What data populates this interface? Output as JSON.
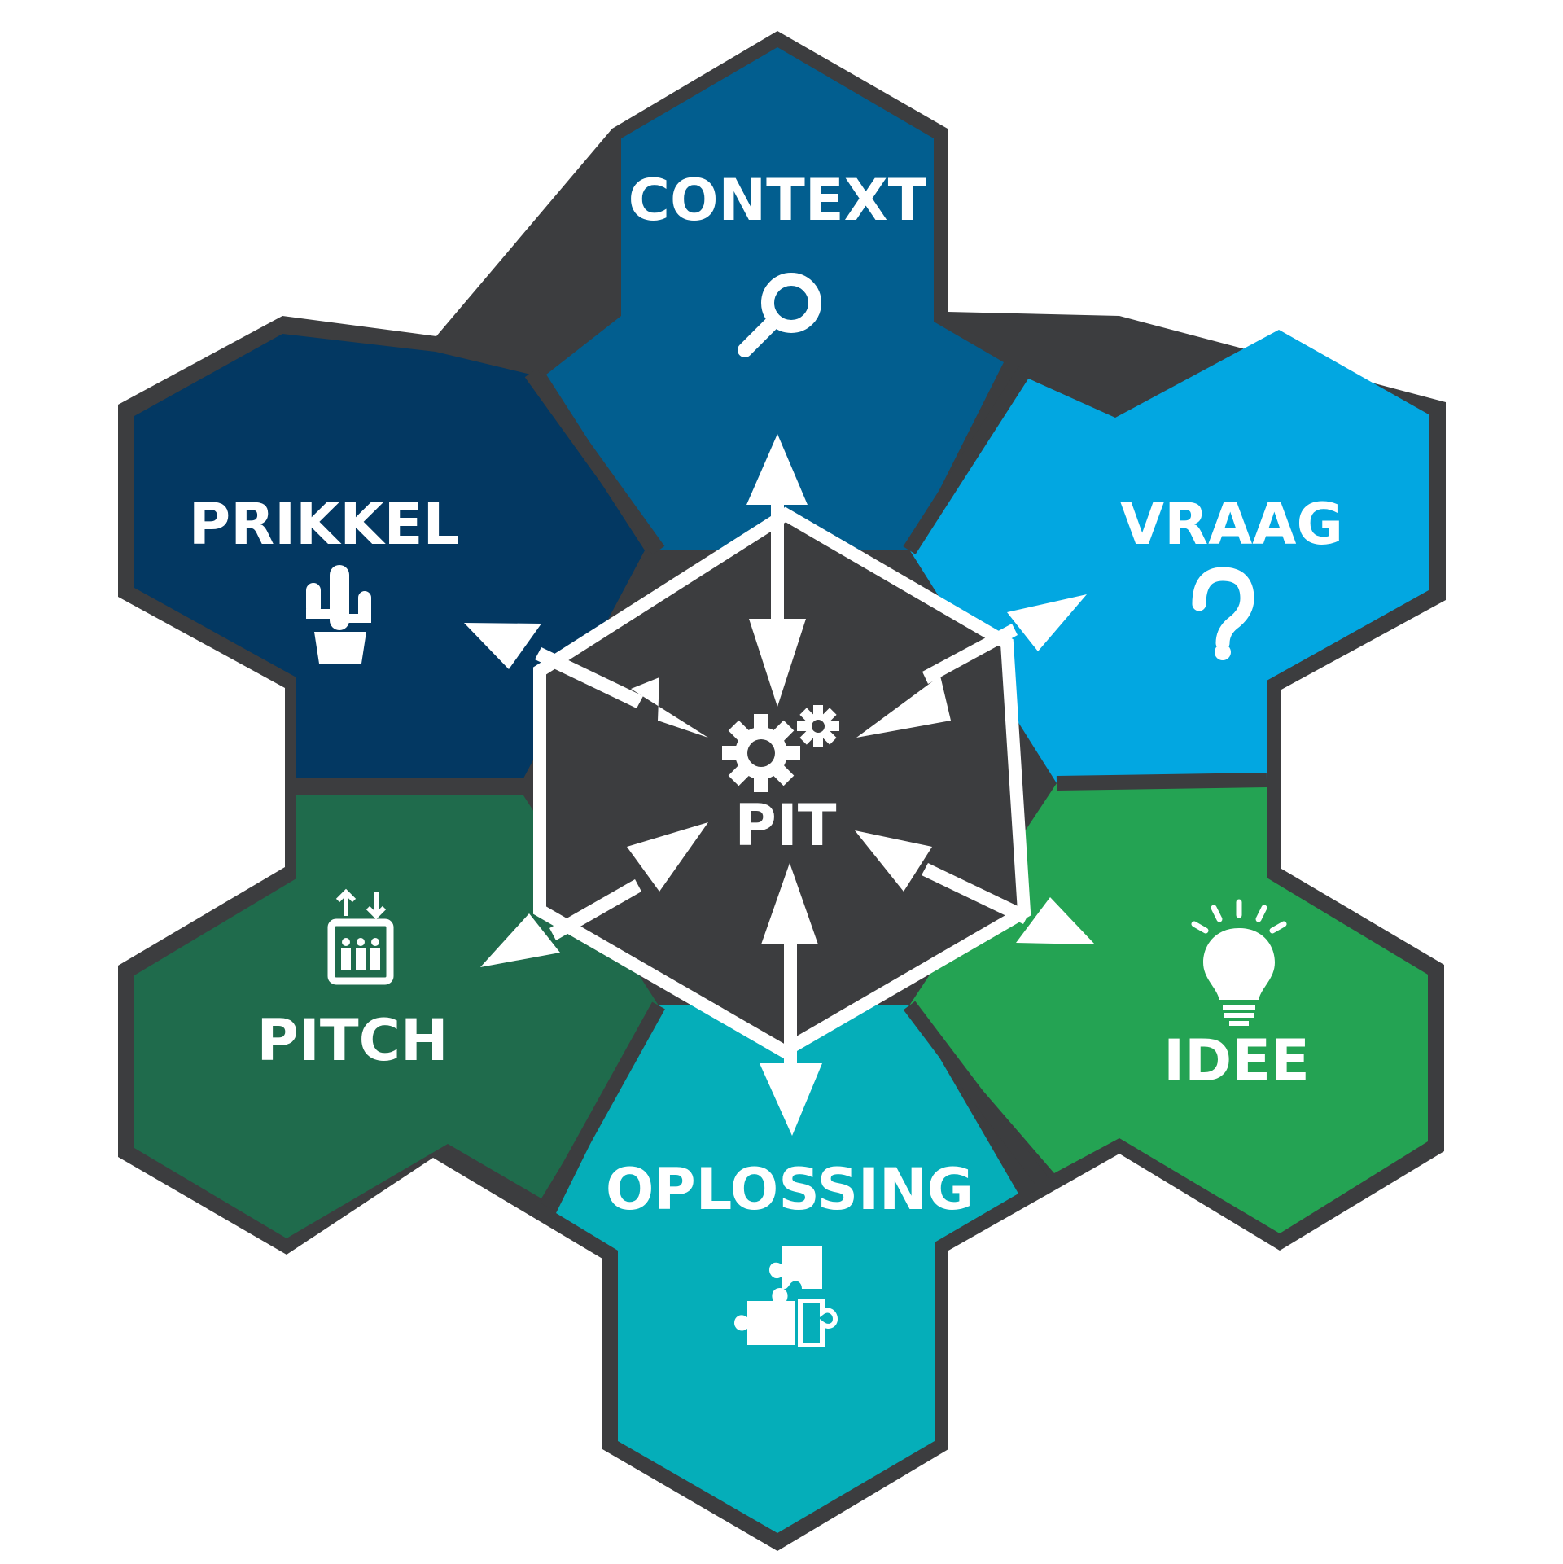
{
  "diagram": {
    "center": {
      "label": "PIT",
      "icon": "gears-icon"
    },
    "segments": [
      {
        "id": "context",
        "label": "CONTEXT",
        "icon": "magnifier-icon",
        "color": "#025e8f"
      },
      {
        "id": "vraag",
        "label": "VRAAG",
        "icon": "question-icon",
        "color": "#02a7e1"
      },
      {
        "id": "idee",
        "label": "IDEE",
        "icon": "lightbulb-icon",
        "color": "#24a353"
      },
      {
        "id": "oplossing",
        "label": "OPLOSSING",
        "icon": "puzzle-icon",
        "color": "#05aeb9"
      },
      {
        "id": "pitch",
        "label": "PITCH",
        "icon": "elevator-icon",
        "color": "#1f6b4c"
      },
      {
        "id": "prikkel",
        "label": "PRIKKEL",
        "icon": "cactus-icon",
        "color": "#033862"
      }
    ],
    "outline_color": "#3c3d3f",
    "center_color": "#3c3d3f",
    "arrow_color": "#ffffff"
  }
}
